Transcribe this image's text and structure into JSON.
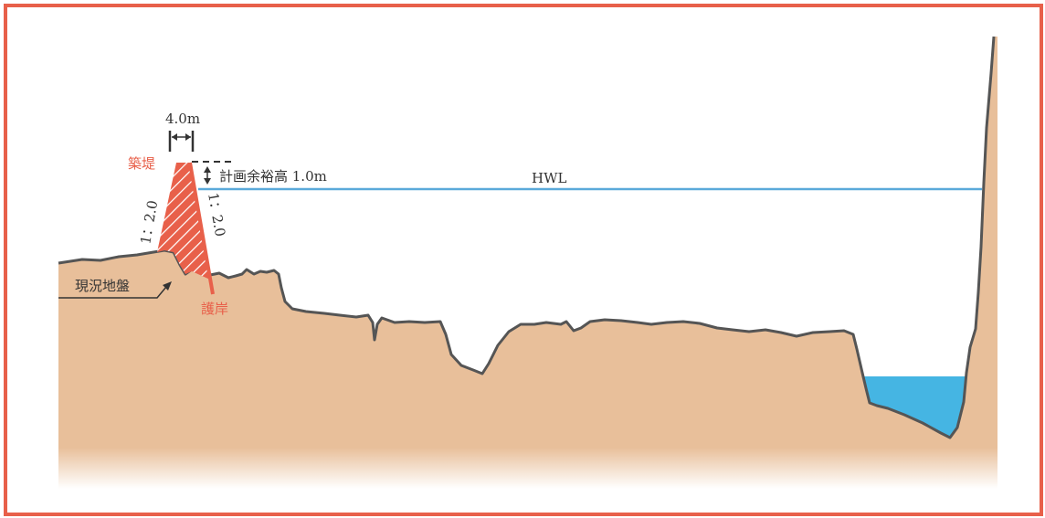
{
  "labels": {
    "embankment": "築堤",
    "crest_width": "4.0m",
    "freeboard": "計画余裕高 1.0m",
    "hwl": "HWL",
    "slope_left": "1：2.0",
    "slope_right": "1：2.0",
    "existing_ground": "現況地盤",
    "revetment": "護岸"
  },
  "colors": {
    "frame": "#e8604a",
    "ground": "#e8bf9a",
    "ground_outline": "#555555",
    "water": "#45b5e3",
    "hwl_line": "#5aa9da",
    "embankment_fill": "#e8604a",
    "red_label": "#e8604a",
    "dark_label": "#333333"
  }
}
